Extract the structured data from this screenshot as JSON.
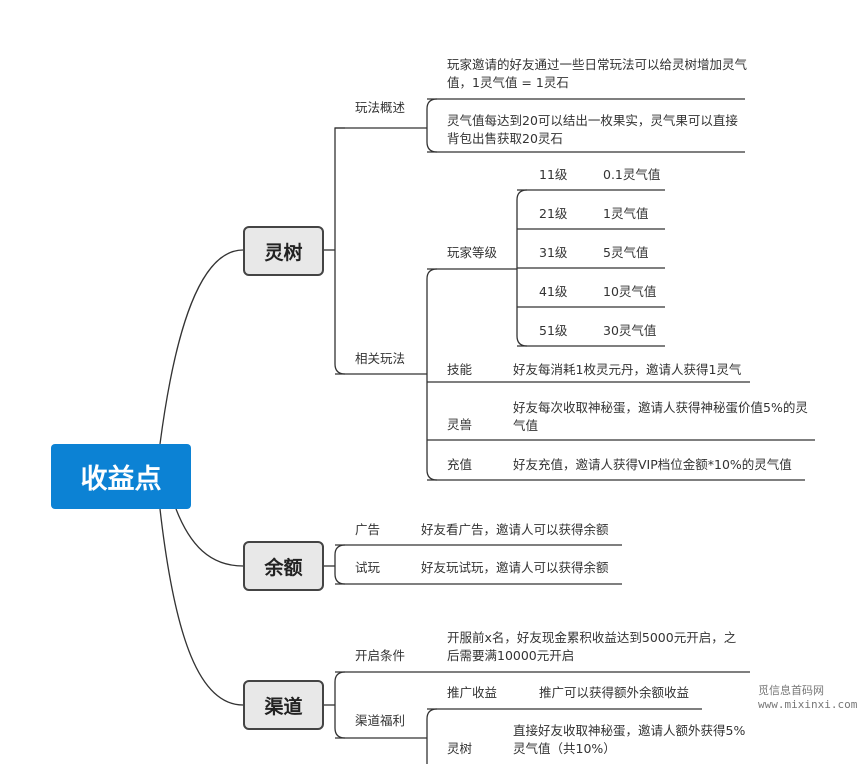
{
  "root": "收益点",
  "branches": {
    "lingshu": {
      "label": "灵树",
      "overview": {
        "label": "玩法概述",
        "items": [
          "玩家邀请的好友通过一些日常玩法可以给灵树增加灵气值，1灵气值 = 1灵石",
          "灵气值每达到20可以结出一枚果实，灵气果可以直接背包出售获取20灵石"
        ]
      },
      "related": {
        "label": "相关玩法",
        "player_level": {
          "label": "玩家等级",
          "levels": [
            {
              "level": "11级",
              "value": "0.1灵气值"
            },
            {
              "level": "21级",
              "value": "1灵气值"
            },
            {
              "level": "31级",
              "value": "5灵气值"
            },
            {
              "level": "41级",
              "value": "10灵气值"
            },
            {
              "level": "51级",
              "value": "30灵气值"
            }
          ]
        },
        "skill": {
          "label": "技能",
          "desc": "好友每消耗1枚灵元丹，邀请人获得1灵气"
        },
        "beast": {
          "label": "灵兽",
          "desc": "好友每次收取神秘蛋，邀请人获得神秘蛋价值5%的灵气值"
        },
        "recharge": {
          "label": "充值",
          "desc": "好友充值，邀请人获得VIP档位金额*10%的灵气值"
        }
      }
    },
    "yue": {
      "label": "余额",
      "items": [
        {
          "label": "广告",
          "desc": "好友看广告，邀请人可以获得余额"
        },
        {
          "label": "试玩",
          "desc": "好友玩试玩，邀请人可以获得余额"
        }
      ]
    },
    "qudao": {
      "label": "渠道",
      "open": {
        "label": "开启条件",
        "desc": "开服前x名，好友现金累积收益达到5000元开启，之后需要满10000元开启"
      },
      "welfare": {
        "label": "渠道福利",
        "promo": {
          "label": "推广收益",
          "desc": "推广可以获得额外余额收益"
        },
        "tree": {
          "label": "灵树",
          "desc": "直接好友收取神秘蛋，邀请人额外获得5%灵气值（共10%）"
        }
      }
    }
  },
  "watermark": {
    "line1": "觅信息首码网",
    "line2": "www.mixinxi.com"
  }
}
